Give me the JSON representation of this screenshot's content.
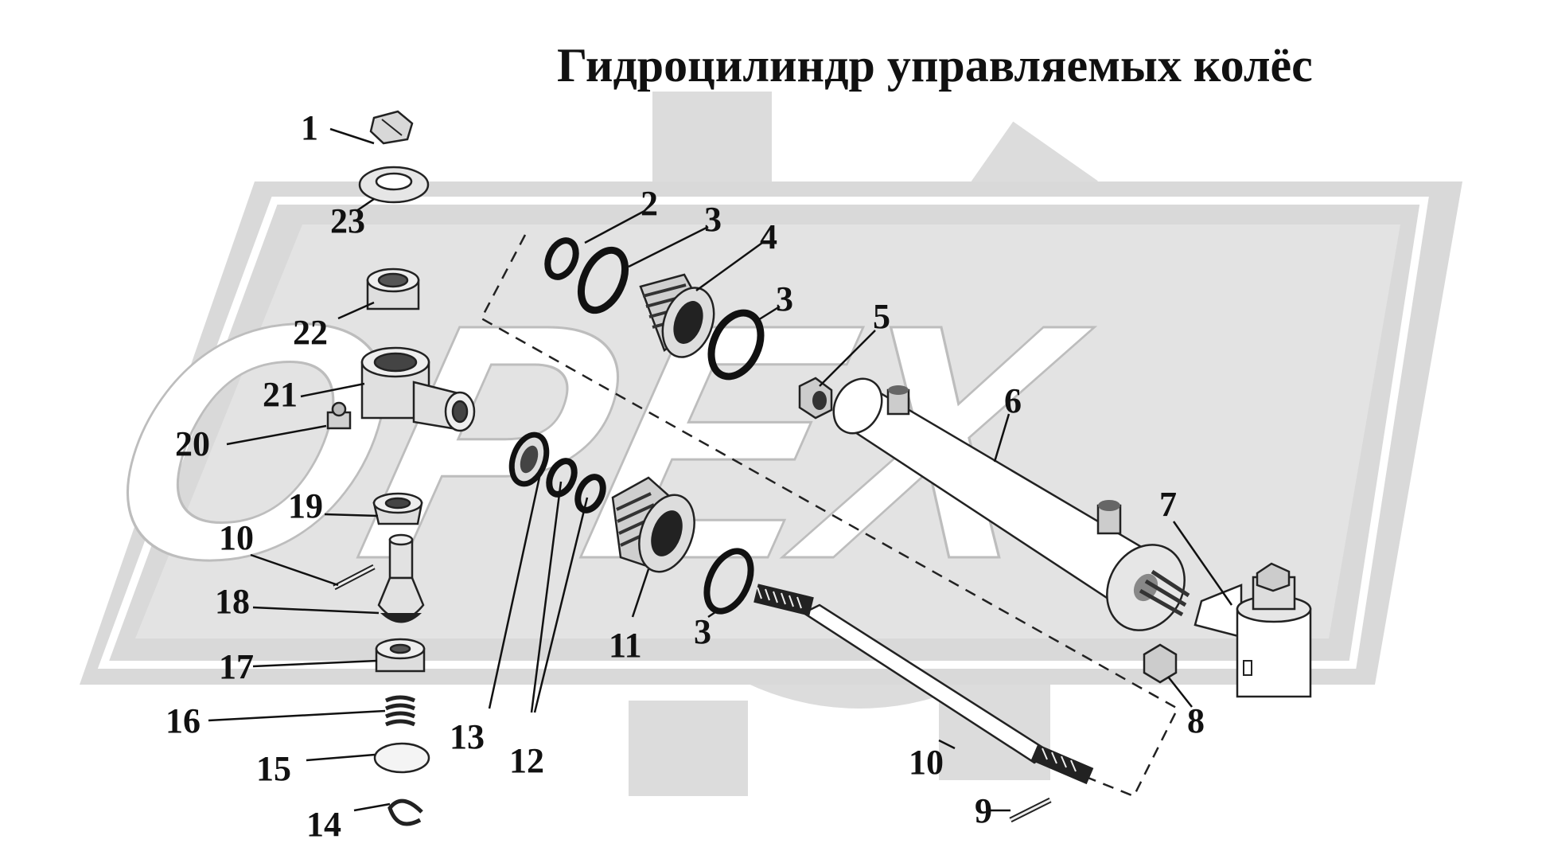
{
  "title": "Гидроцилиндр управляемых колёс",
  "watermark": {
    "text": "OPEX",
    "color": "#dcdcdc"
  },
  "colors": {
    "line": "#111111",
    "part_fill": "#e6e6e6",
    "background": "#ffffff"
  },
  "callouts": [
    {
      "id": "c1",
      "text": "1"
    },
    {
      "id": "c2",
      "text": "2"
    },
    {
      "id": "c3a",
      "text": "3"
    },
    {
      "id": "c3b",
      "text": "3"
    },
    {
      "id": "c3c",
      "text": "3"
    },
    {
      "id": "c4",
      "text": "4"
    },
    {
      "id": "c5",
      "text": "5"
    },
    {
      "id": "c6",
      "text": "6"
    },
    {
      "id": "c7",
      "text": "7"
    },
    {
      "id": "c8",
      "text": "8"
    },
    {
      "id": "c9",
      "text": "9"
    },
    {
      "id": "c10a",
      "text": "10"
    },
    {
      "id": "c10b",
      "text": "10"
    },
    {
      "id": "c11",
      "text": "11"
    },
    {
      "id": "c12",
      "text": "12"
    },
    {
      "id": "c13",
      "text": "13"
    },
    {
      "id": "c14",
      "text": "14"
    },
    {
      "id": "c15",
      "text": "15"
    },
    {
      "id": "c16",
      "text": "16"
    },
    {
      "id": "c17",
      "text": "17"
    },
    {
      "id": "c18",
      "text": "18"
    },
    {
      "id": "c19",
      "text": "19"
    },
    {
      "id": "c20",
      "text": "20"
    },
    {
      "id": "c21",
      "text": "21"
    },
    {
      "id": "c22",
      "text": "22"
    },
    {
      "id": "c23",
      "text": "23"
    }
  ]
}
